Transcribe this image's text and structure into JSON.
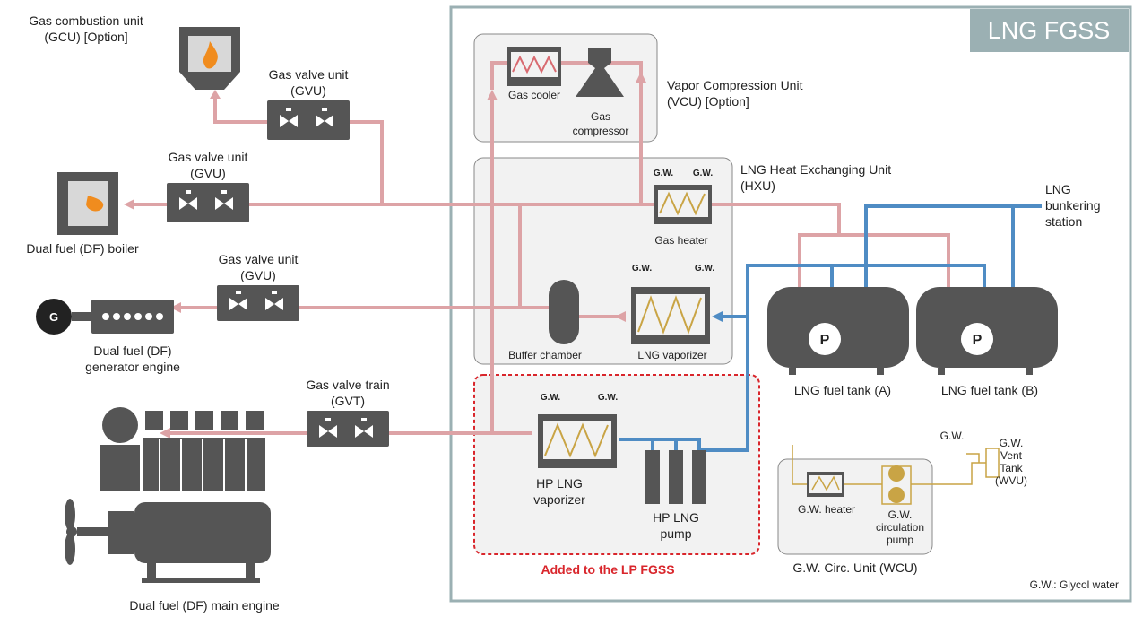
{
  "title": "LNG FGSS",
  "units": {
    "gcu": [
      "Gas combustion unit",
      "(GCU) [Option]"
    ],
    "gvu1": [
      "Gas valve unit",
      "(GVU)"
    ],
    "gvu2": [
      "Gas valve unit",
      "(GVU)"
    ],
    "gvu3": [
      "Gas valve unit",
      "(GVU)"
    ],
    "gvt": [
      "Gas valve train",
      "(GVT)"
    ],
    "boiler": "Dual fuel (DF) boiler",
    "generator": [
      "Dual fuel (DF)",
      "generator engine"
    ],
    "main_engine": "Dual fuel (DF) main engine",
    "vcu": [
      "Vapor Compression Unit",
      "(VCU) [Option]"
    ],
    "gas_cooler": "Gas cooler",
    "gas_compressor": [
      "Gas",
      "compressor"
    ],
    "hxu": [
      "LNG Heat Exchanging Unit",
      "(HXU)"
    ],
    "gas_heater": "Gas heater",
    "buffer": "Buffer chamber",
    "lng_vaporizer": "LNG vaporizer",
    "hp_vaporizer": [
      "HP LNG",
      "vaporizer"
    ],
    "hp_pump": [
      "HP LNG",
      "pump"
    ],
    "added": "Added to the LP FGSS",
    "bunkering": [
      "LNG",
      "bunkering",
      "station"
    ],
    "tank_a": "LNG fuel tank (A)",
    "tank_b": "LNG fuel tank (B)",
    "gw_heater": "G.W. heater",
    "gw_pump": [
      "G.W.",
      "circulation",
      "pump"
    ],
    "wcu": "G.W. Circ. Unit (WCU)",
    "wvu": [
      "G.W.",
      "Vent",
      "Tank",
      "(WVU)"
    ],
    "gw_note": "G.W.: Glycol water",
    "gw": "G.W.",
    "gen_letter": "G",
    "pump_letter": "P"
  },
  "colors": {
    "gas_line": "#dda3a6",
    "lng_line": "#4f8cc4",
    "glycol_line": "#c9a445",
    "title_bg": "#9bb0b3",
    "added_border": "#d9262c",
    "equipment": "#555555"
  },
  "icons": [
    "flame-icon",
    "valve-icon",
    "generator-icon",
    "propeller-icon",
    "heater-coil-icon",
    "pump-icon"
  ]
}
